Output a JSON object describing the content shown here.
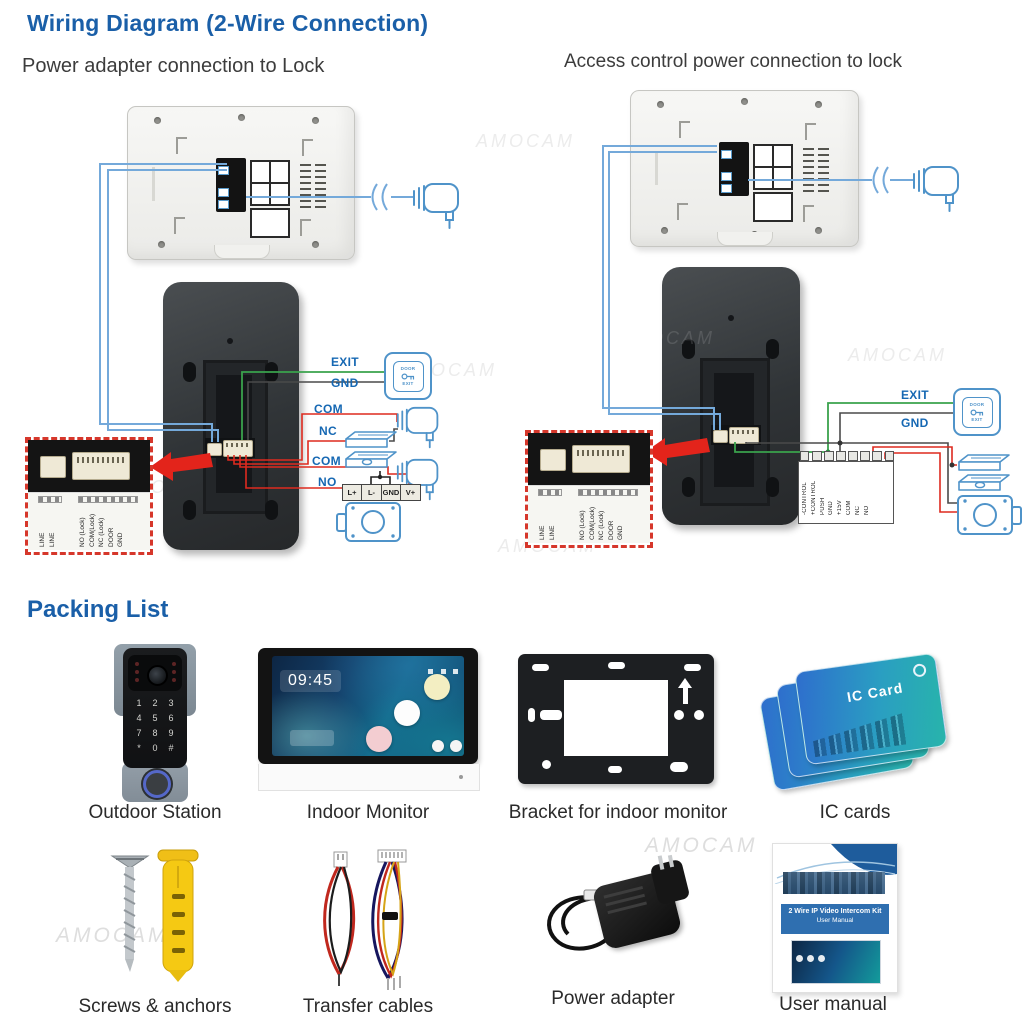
{
  "header": {
    "title": "Wiring Diagram (2-Wire Connection)"
  },
  "diagrams": {
    "left": {
      "subtitle": "Power adapter connection to Lock",
      "wire_labels": {
        "exit": "EXIT",
        "gnd": "GND",
        "com1": "COM",
        "nc": "NC",
        "com2": "COM",
        "no": "NO"
      },
      "terminal_block": [
        "L+",
        "L-",
        "GND",
        "V+"
      ],
      "exit_button": {
        "door": "DOOR",
        "exit": "EXIT"
      },
      "inset": {
        "left_labels": [
          "LINE",
          "LINE"
        ],
        "right_labels": [
          "NO (Lock)",
          "COM(Lock)",
          "NC (Lock)",
          "DOOR",
          "GND"
        ]
      }
    },
    "right": {
      "subtitle": "Access control power connection to lock",
      "wire_labels": {
        "exit": "EXIT",
        "gnd": "GND"
      },
      "psu_terminals": [
        "-CONTROL",
        "+CONTROL",
        "PUSH",
        "GND",
        "+15V",
        "COM",
        "NC",
        "NO"
      ],
      "exit_button": {
        "door": "DOOR",
        "exit": "EXIT"
      },
      "inset": {
        "left_labels": [
          "LINE",
          "LINE"
        ],
        "right_labels": [
          "NO (Lock)",
          "COM(Lock)",
          "NC (Lock)",
          "DOOR",
          "GND"
        ]
      }
    }
  },
  "packing": {
    "title": "Packing List",
    "items": [
      {
        "label": "Outdoor Station"
      },
      {
        "label": "Indoor Monitor"
      },
      {
        "label": "Bracket for indoor monitor"
      },
      {
        "label": "IC cards"
      },
      {
        "label": "Screws & anchors"
      },
      {
        "label": "Transfer cables"
      },
      {
        "label": "Power adapter"
      },
      {
        "label": "User manual"
      }
    ],
    "outdoor_station_keys": [
      "1",
      "2",
      "3",
      "4",
      "5",
      "6",
      "7",
      "8",
      "9",
      "*",
      "0",
      "#"
    ],
    "monitor_time": "09:45",
    "ic_card_text": "IC Card",
    "manual_cover": {
      "line1": "2 Wire IP Video Intercom Kit",
      "line2": "User Manual"
    }
  },
  "watermark": "AMOCAM",
  "colors": {
    "accent_blue": "#1a5fa8",
    "icon_blue": "#4f93c9",
    "wire_blue": "#74a9da",
    "wire_red": "#de2a1f",
    "wire_green": "#3aa24c",
    "wire_gray": "#4a4a4a"
  }
}
